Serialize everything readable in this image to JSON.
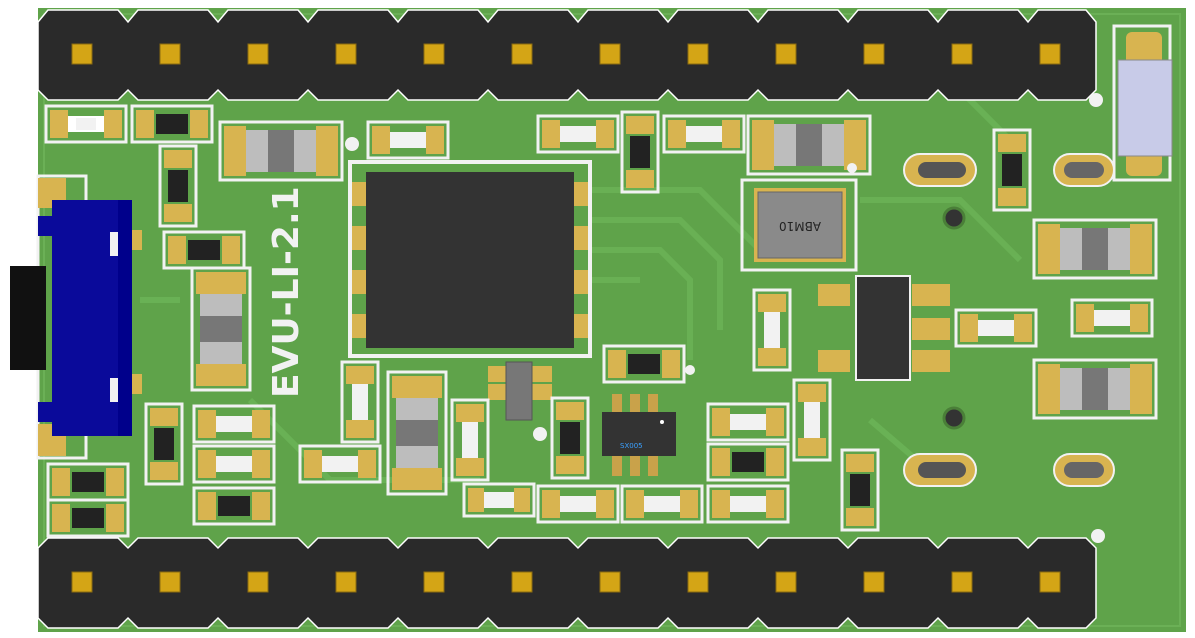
{
  "board": {
    "silkscreen_label": "EVU-LI-2.1",
    "inductor_marking": "ABM10",
    "ic_marking": "SX005",
    "colors": {
      "pcb": "#5fa34a",
      "silkscreen": "#f2f2f2",
      "pad_gold": "#d8b450",
      "header_black": "#2a2a2a",
      "usb_blue": "#00008b",
      "chip_dark": "#333333"
    }
  }
}
